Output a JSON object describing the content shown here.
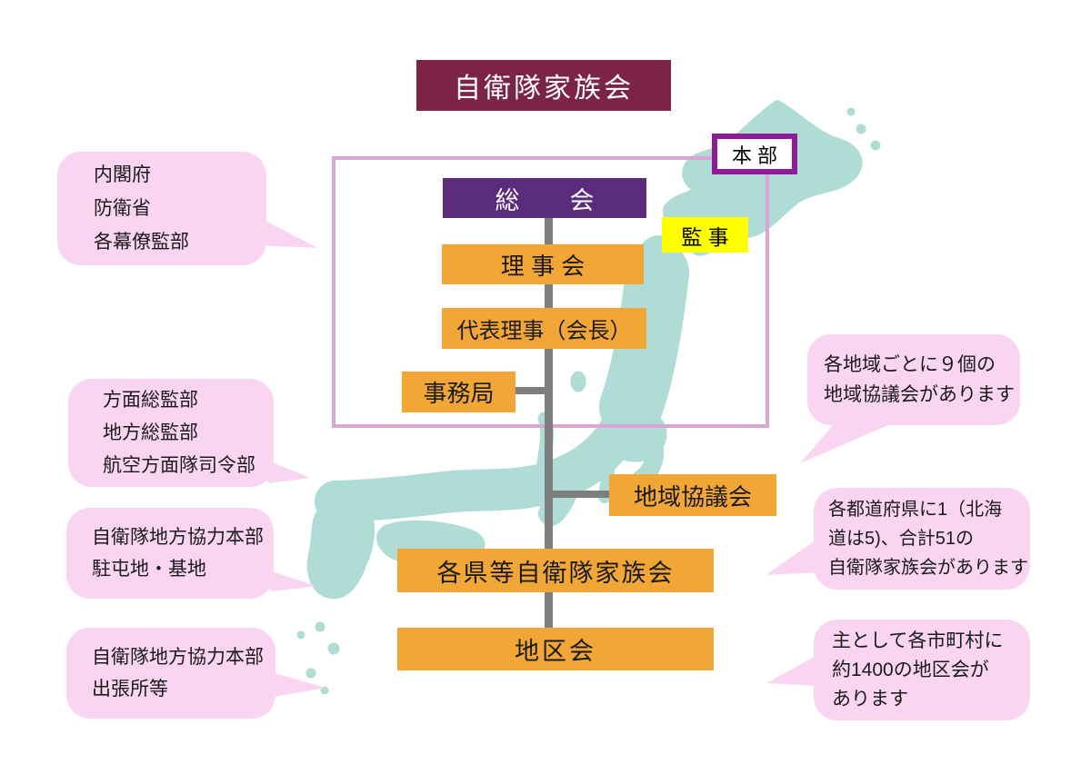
{
  "title": {
    "label": "自衛隊家族会"
  },
  "org": {
    "honbu": "本 部",
    "soukai": "総　会",
    "kanji": "監 事",
    "rijikai": "理 事 会",
    "daihyo": "代表理事（会長）",
    "jimukyoku": "事務局",
    "chiiki": "地域協議会",
    "kakuken": "各県等自衛隊家族会",
    "chikukai": "地区会"
  },
  "bubbles": {
    "left": [
      {
        "lines": [
          "内閣府",
          "防衛省",
          "各幕僚監部"
        ]
      },
      {
        "lines": [
          "方面総監部",
          "地方総監部",
          "航空方面隊司令部"
        ]
      },
      {
        "lines": [
          "自衛隊地方協力本部",
          "駐屯地・基地"
        ]
      },
      {
        "lines": [
          "自衛隊地方協力本部",
          "出張所等"
        ]
      }
    ],
    "right": [
      {
        "lines": [
          "各地域ごとに９個の",
          "地域協議会があります"
        ]
      },
      {
        "lines": [
          "各都道府県に1（北海",
          "道は5)、合計51の",
          "自衛隊家族会があります"
        ]
      },
      {
        "lines": [
          "主として各市町村に",
          "約1400の地区会が",
          "あります"
        ]
      }
    ]
  },
  "colors": {
    "title_bg": "#7c2348",
    "box_orange": "#f2a636",
    "box_purple": "#5c2c7c",
    "honbu_border": "#8f1b96",
    "kanji_bg": "#ffff00",
    "bubble_pink": "#fad5f2",
    "map_teal": "#afdcd5",
    "outline_purple": "#d8a7d8",
    "connector_gray": "#7e7e7e"
  }
}
